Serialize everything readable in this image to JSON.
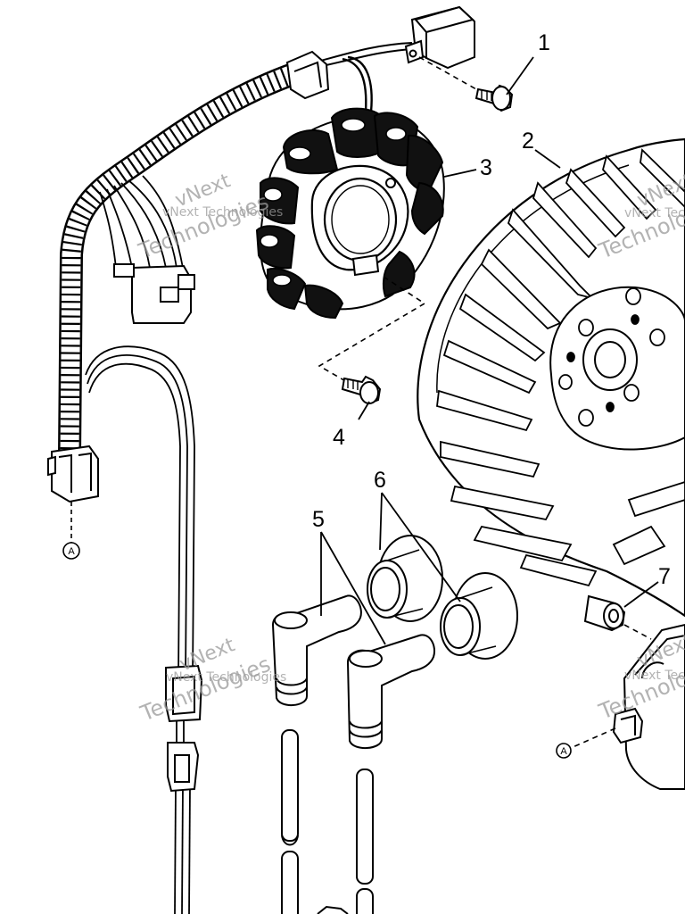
{
  "callouts": [
    {
      "id": "1",
      "text": "1"
    },
    {
      "id": "2",
      "text": "2"
    },
    {
      "id": "3",
      "text": "3"
    },
    {
      "id": "4",
      "text": "4"
    },
    {
      "id": "5",
      "text": "5"
    },
    {
      "id": "6",
      "text": "6"
    },
    {
      "id": "7",
      "text": "7"
    }
  ],
  "connector_marker": "A",
  "watermark": {
    "line1": "vNext Technologies",
    "line2": "vNext",
    "line3": "Technologies"
  },
  "colors": {
    "ink": "#000000",
    "paper": "#ffffff",
    "watermark": "#9a9a9a"
  }
}
